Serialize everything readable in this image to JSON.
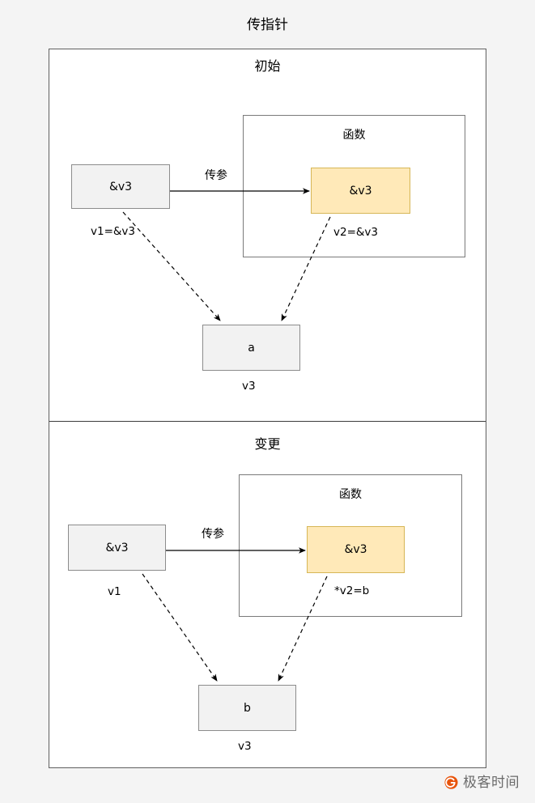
{
  "diagram": {
    "title": "传指针",
    "sections": [
      {
        "id": "initial",
        "header": "初始",
        "caller_box": {
          "text": "&v3",
          "caption": "v1=&v3"
        },
        "function_group": {
          "label": "函数",
          "param_box": {
            "text": "&v3",
            "caption": "v2=&v3"
          }
        },
        "pass_label": "传参",
        "target_box": {
          "text": "a",
          "caption": "v3"
        }
      },
      {
        "id": "changed",
        "header": "变更",
        "caller_box": {
          "text": "&v3",
          "caption": "v1"
        },
        "function_group": {
          "label": "函数",
          "param_box": {
            "text": "&v3",
            "caption": "*v2=b"
          }
        },
        "pass_label": "传参",
        "target_box": {
          "text": "b",
          "caption": "v3"
        }
      }
    ]
  },
  "watermark": {
    "text": "极客时间",
    "logo_icon": "geektime-circle-logo",
    "logo_color": "#e8540c"
  },
  "colors": {
    "page_background": "#f4f4f4",
    "panel_background": "#ffffff",
    "box_grey_fill": "#f2f2f2",
    "box_grey_stroke": "#8c8c8c",
    "box_yellow_fill": "#ffe9b8",
    "box_yellow_stroke": "#d6b656",
    "group_stroke": "#7a7a7a",
    "outer_stroke": "#5f5f5f",
    "connector": "#000000"
  }
}
